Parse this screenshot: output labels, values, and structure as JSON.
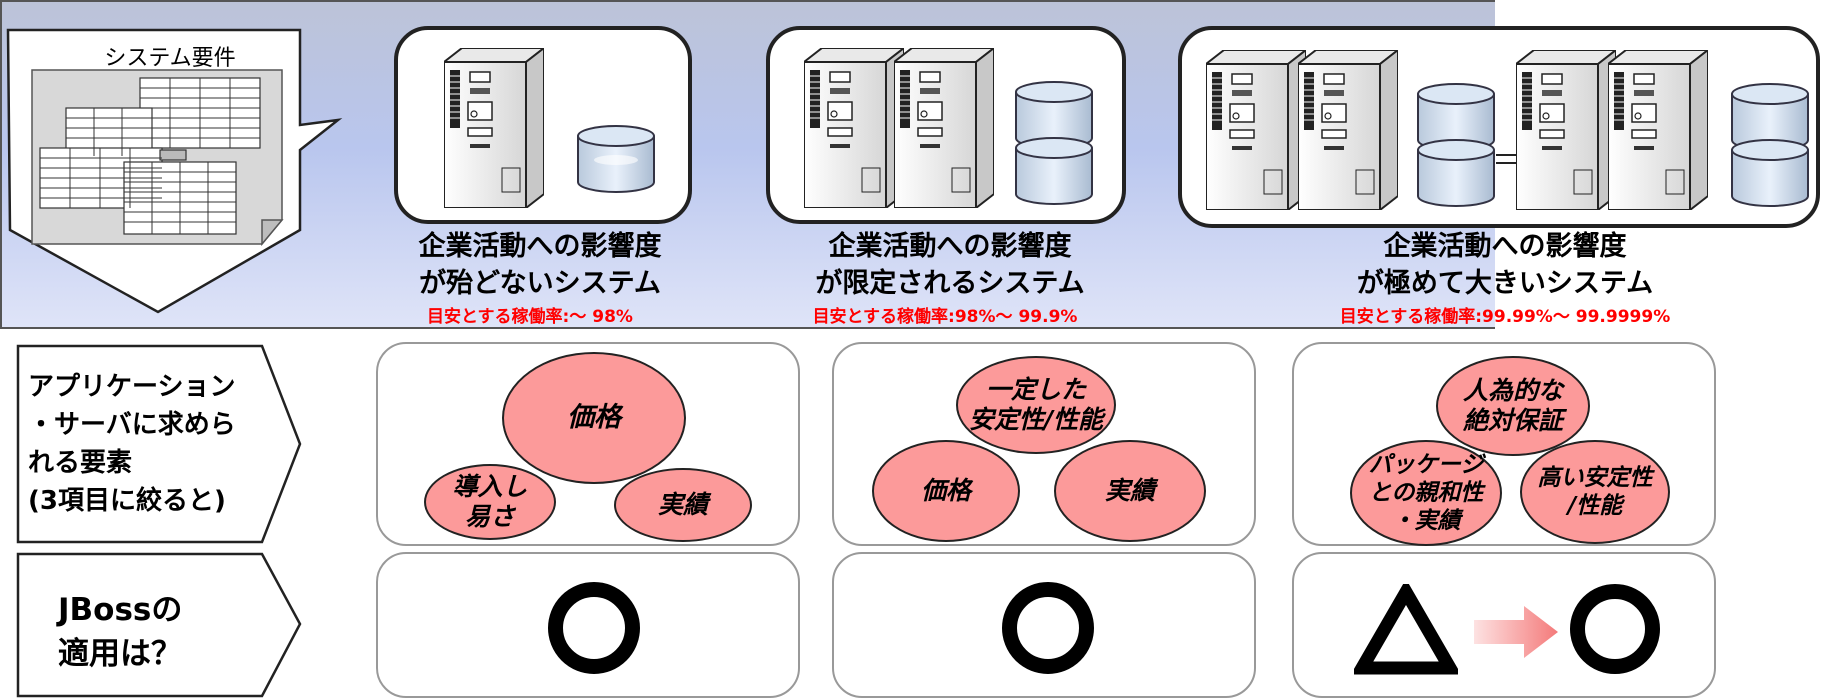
{
  "doc": {
    "label": "システム要件"
  },
  "systems": [
    {
      "caption_line1": "企業活動への影響度",
      "caption_line2": "が殆どないシステム",
      "rate": "目安とする稼働率:～ 98%"
    },
    {
      "caption_line1": "企業活動への影響度",
      "caption_line2": "が限定されるシステム",
      "rate": "目安とする稼働率:98%～ 99.9%"
    },
    {
      "caption_line1": "企業活動への影響度",
      "caption_line2": "が極めて大きいシステム",
      "rate": "目安とする稼働率:99.99%～ 99.9999%"
    }
  ],
  "rows": {
    "requirements_label": [
      "アプリケーション",
      "・サーバに求めら",
      "れる要素",
      "(3項目に絞ると)"
    ],
    "jboss_label": [
      "JBossの",
      "適用は？"
    ]
  },
  "elements": {
    "col1": {
      "top": "価格",
      "left": [
        "導入し",
        "易さ"
      ],
      "right": "実績"
    },
    "col2": {
      "top": [
        "一定した",
        "安定性/性能"
      ],
      "left": "価格",
      "right": "実績"
    },
    "col3": {
      "top": [
        "人為的な",
        "絶対保証"
      ],
      "left": [
        "パッケージ",
        "との親和性",
        "・実績"
      ],
      "right": [
        "高い安定性",
        "/性能"
      ]
    }
  },
  "suitability": {
    "col1": "circle",
    "col2": "circle",
    "col3_from": "triangle",
    "col3_to": "circle"
  },
  "colors": {
    "ellipse_fill": "#fc9a9a",
    "rate_text": "#ff0000",
    "band_top": "#bcc3d8",
    "band_bottom": "#dfe4f8"
  }
}
